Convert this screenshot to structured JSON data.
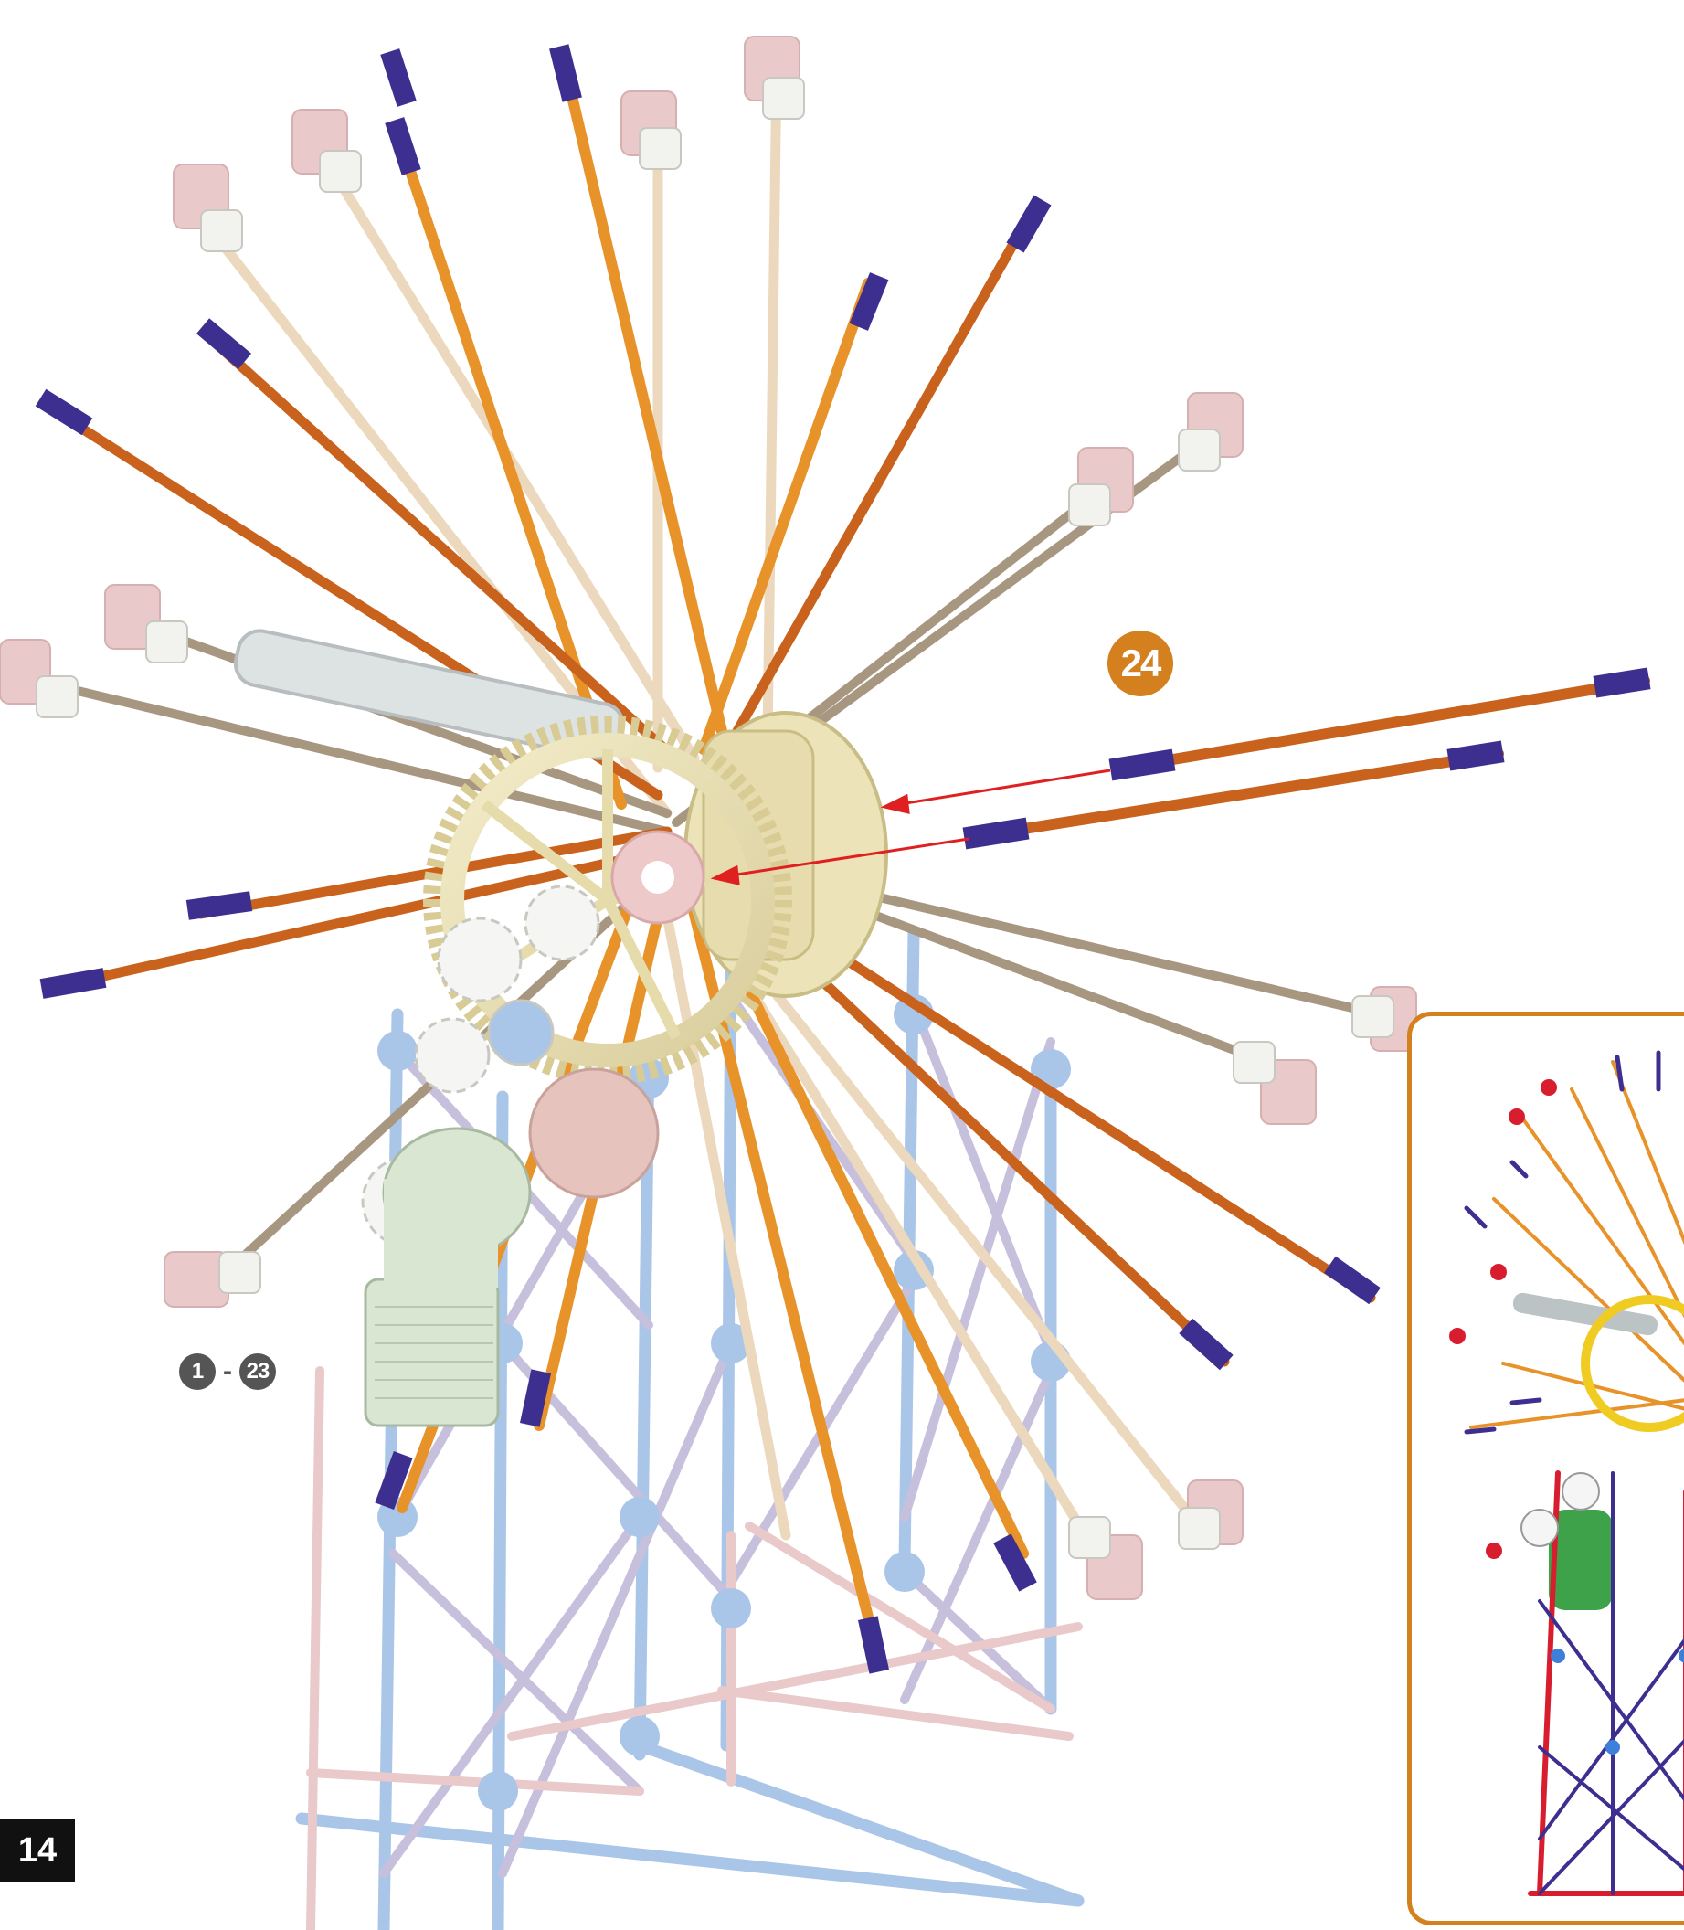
{
  "page": {
    "number": "14"
  },
  "step": {
    "current": "24",
    "previous_from": "1",
    "previous_separator": "-",
    "previous_to": "23"
  },
  "colors": {
    "accent": "#d4801e",
    "rod_orange": "#e8922a",
    "rod_dark_orange": "#c9621c",
    "rod_tan": "#a89780",
    "rod_cream": "#ecd9bd",
    "connector_purple": "#3c2f8f",
    "gear_cream": "#ece3b8",
    "frame_blue": "#a9c5e8",
    "frame_pink": "#e9c9c9",
    "frame_lavender": "#c7c0dc",
    "motor_green": "#d9e6d2",
    "arrow_red": "#e02020"
  }
}
